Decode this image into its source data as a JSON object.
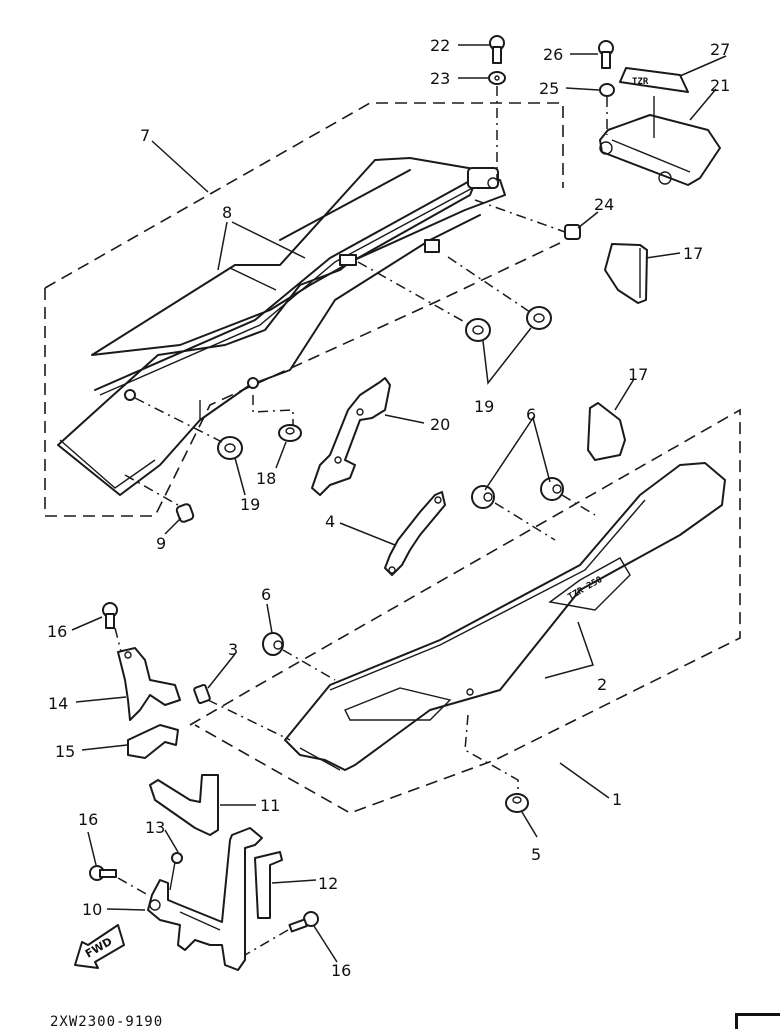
{
  "diagram": {
    "title": "Seat / Side Cover exploded parts diagram",
    "drawing_code": "2XW2300-9190",
    "fwd_label": "FWD",
    "decal_tail_text": "TZR 250",
    "decal_27_text": "TZR",
    "callouts": {
      "c1": "1",
      "c2": "2",
      "c3": "3",
      "c4": "4",
      "c5": "5",
      "c6a": "6",
      "c6b": "6",
      "c7": "7",
      "c8": "8",
      "c9": "9",
      "c10": "10",
      "c11": "11",
      "c12": "12",
      "c13": "13",
      "c14": "14",
      "c15": "15",
      "c16a": "16",
      "c16b": "16",
      "c16c": "16",
      "c17a": "17",
      "c17b": "17",
      "c18": "18",
      "c19a": "19",
      "c19b": "19",
      "c20": "20",
      "c21": "21",
      "c22": "22",
      "c23": "23",
      "c24": "24",
      "c25": "25",
      "c26": "26",
      "c27": "27"
    }
  }
}
